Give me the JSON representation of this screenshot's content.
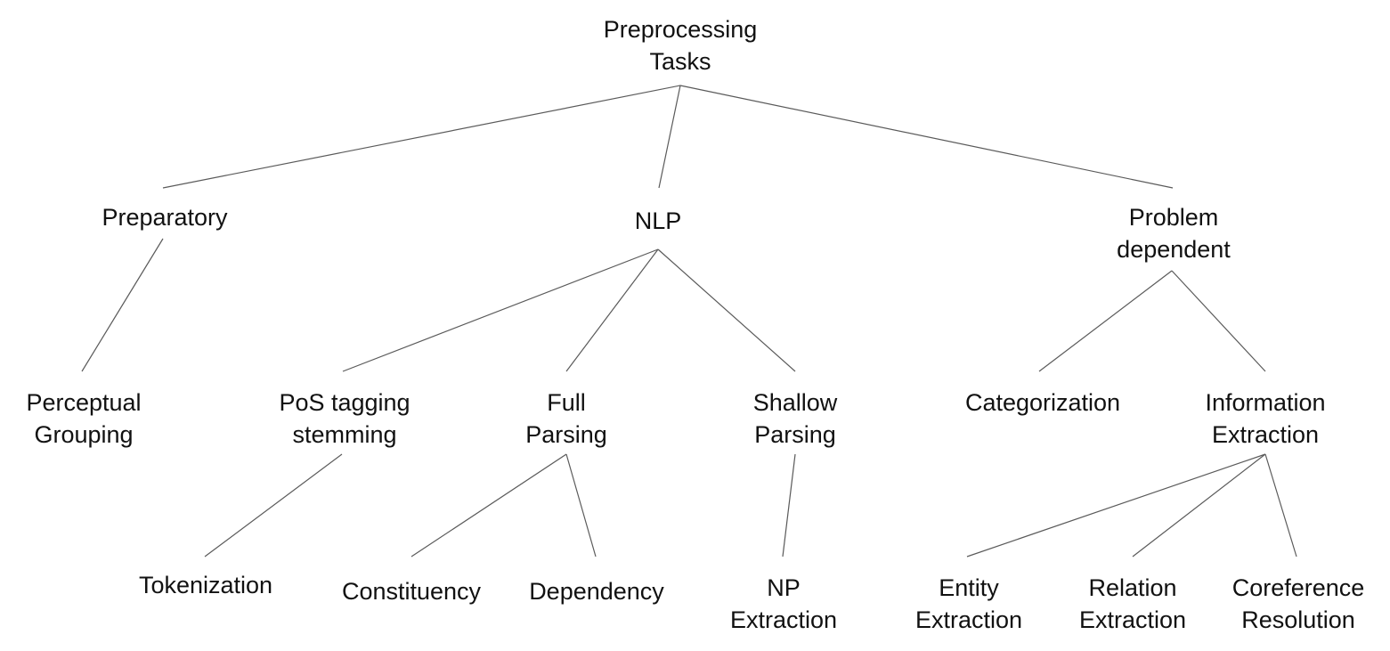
{
  "diagram": {
    "nodes": [
      {
        "id": "root",
        "lines": [
          "Preprocessing",
          "Tasks"
        ]
      },
      {
        "id": "preparatory",
        "lines": [
          "Preparatory"
        ]
      },
      {
        "id": "nlp",
        "lines": [
          "NLP"
        ]
      },
      {
        "id": "problem",
        "lines": [
          "Problem",
          "dependent"
        ]
      },
      {
        "id": "perceptual",
        "lines": [
          "Perceptual",
          "Grouping"
        ]
      },
      {
        "id": "pos",
        "lines": [
          "PoS tagging",
          "stemming"
        ]
      },
      {
        "id": "full",
        "lines": [
          "Full",
          "Parsing"
        ]
      },
      {
        "id": "shallow",
        "lines": [
          "Shallow",
          "Parsing"
        ]
      },
      {
        "id": "categorization",
        "lines": [
          "Categorization"
        ]
      },
      {
        "id": "infoext",
        "lines": [
          "Information",
          "Extraction"
        ]
      },
      {
        "id": "tokenization",
        "lines": [
          "Tokenization"
        ]
      },
      {
        "id": "constituency",
        "lines": [
          "Constituency"
        ]
      },
      {
        "id": "dependency",
        "lines": [
          "Dependency"
        ]
      },
      {
        "id": "np",
        "lines": [
          "NP",
          "Extraction"
        ]
      },
      {
        "id": "entity",
        "lines": [
          "Entity",
          "Extraction"
        ]
      },
      {
        "id": "relation",
        "lines": [
          "Relation",
          "Extraction"
        ]
      },
      {
        "id": "coreference",
        "lines": [
          "Coreference",
          "Resolution"
        ]
      }
    ],
    "edges": [
      [
        "root",
        "preparatory"
      ],
      [
        "root",
        "nlp"
      ],
      [
        "root",
        "problem"
      ],
      [
        "preparatory",
        "perceptual"
      ],
      [
        "nlp",
        "pos"
      ],
      [
        "nlp",
        "full"
      ],
      [
        "nlp",
        "shallow"
      ],
      [
        "problem",
        "categorization"
      ],
      [
        "problem",
        "infoext"
      ],
      [
        "pos",
        "tokenization"
      ],
      [
        "full",
        "constituency"
      ],
      [
        "full",
        "dependency"
      ],
      [
        "shallow",
        "np"
      ],
      [
        "infoext",
        "entity"
      ],
      [
        "infoext",
        "relation"
      ],
      [
        "infoext",
        "coreference"
      ]
    ]
  }
}
